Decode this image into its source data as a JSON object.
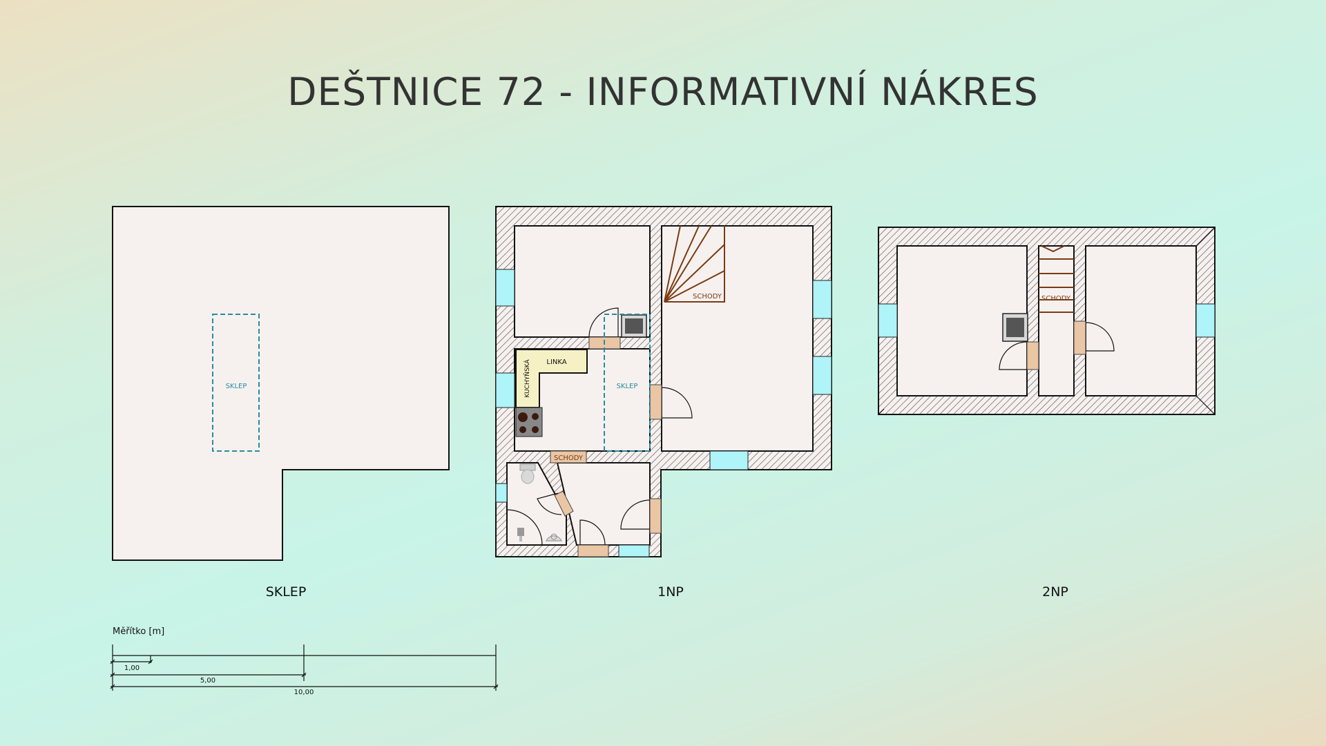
{
  "title": "DEŠTNICE 72 - INFORMATIVNÍ NÁKRES",
  "plans": {
    "sklep": {
      "label": "SKLEP",
      "area_label": "SKLEP"
    },
    "np1": {
      "label": "1NP",
      "cellar_label": "SKLEP",
      "stairs_label": "SCHODY",
      "stairs_small_label": "SCHODY",
      "kitchen_vertical": "KUCHYŇSKÁ",
      "kitchen_horizontal": "LINKA"
    },
    "np2": {
      "label": "2NP",
      "stairs_label": "SCHODY"
    }
  },
  "scale": {
    "title": "Měřítko [m]",
    "marks": [
      "1,00",
      "5,00",
      "10,00"
    ]
  },
  "colors": {
    "window": "#aef4f8",
    "door": "#eac6a4",
    "stairs": "#7a3a12",
    "cellar_outline": "#2a8aa0",
    "kitchen_counter": "#f6f1c4",
    "room_fill": "#f6f1ef"
  }
}
